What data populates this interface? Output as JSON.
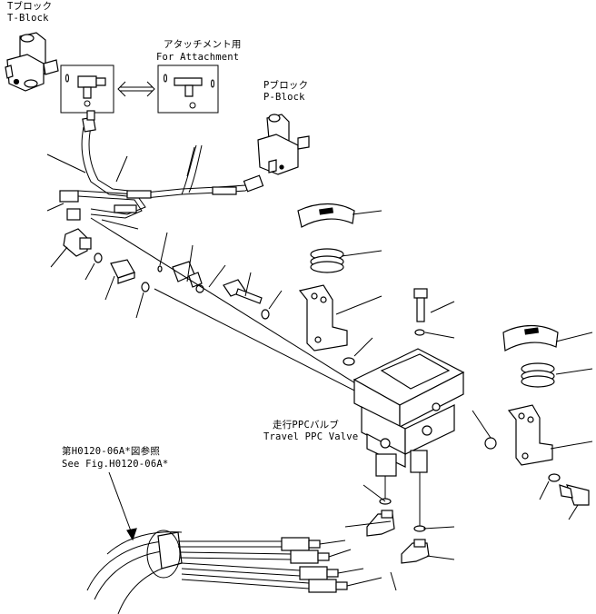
{
  "labels": {
    "t_block_jp": "Tブロック",
    "t_block_en": "T-Block",
    "attachment_jp": "アタッチメント用",
    "attachment_en": "For Attachment",
    "p_block_jp": "Pブロック",
    "p_block_en": "P-Block",
    "valve_jp": "走行PPCバルブ",
    "valve_en": "Travel PPC Valve",
    "ref_jp": "第H0120-06A*図参照",
    "ref_en": "See Fig.H0120-06A*"
  }
}
